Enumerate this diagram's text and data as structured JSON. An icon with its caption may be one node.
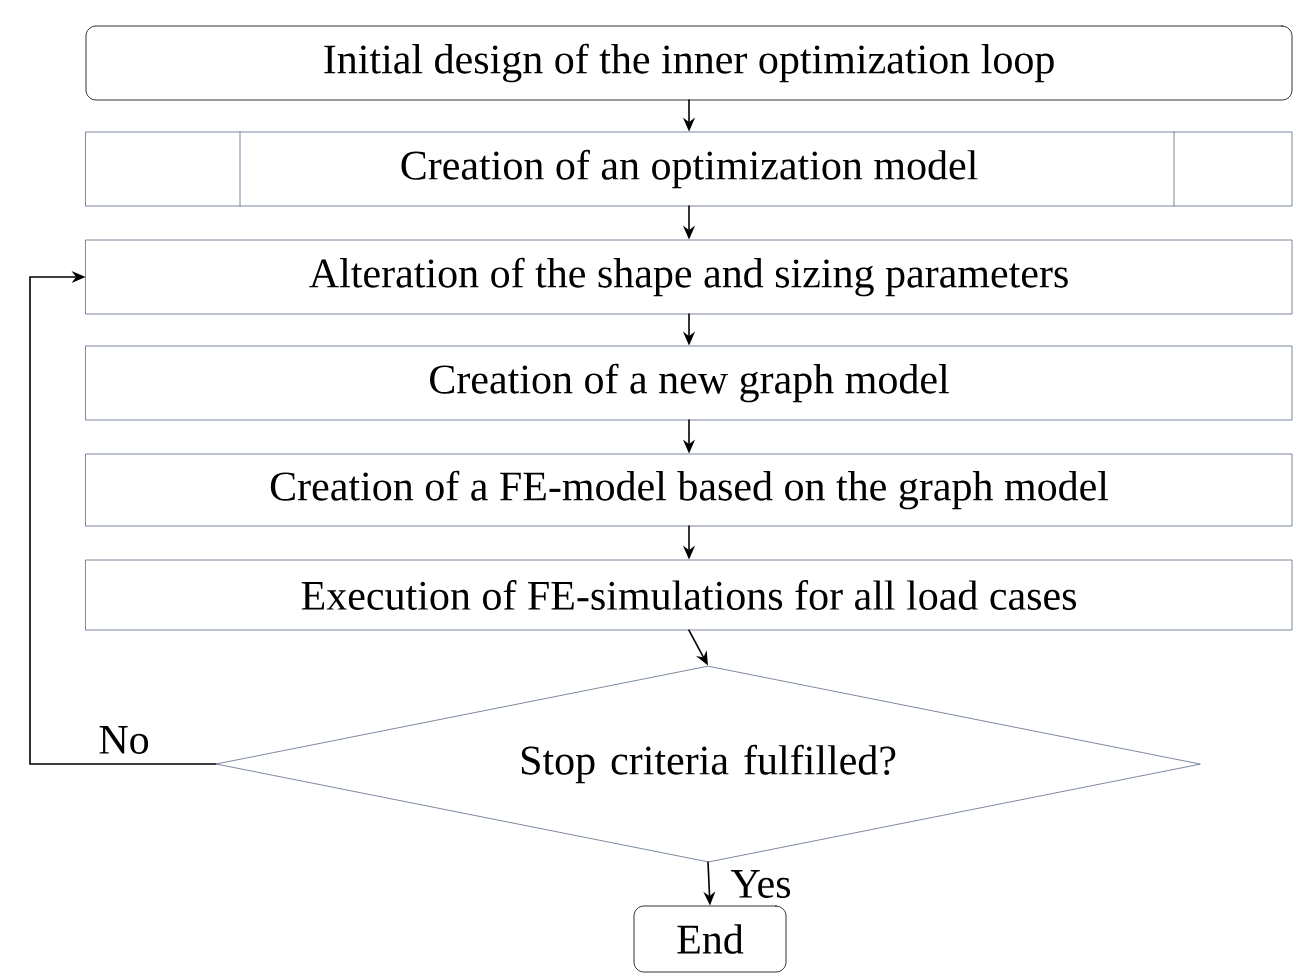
{
  "diagram": {
    "nodes": [
      {
        "text": [
          "Initial design of the inner optimization loop"
        ]
      },
      {
        "text": [
          "Creation of an optimization model"
        ]
      },
      {
        "text": [
          "Alteration of the shape and sizing parameters"
        ]
      },
      {
        "text": [
          "Creation of a new graph model"
        ]
      },
      {
        "text": [
          "Creation of a FE-model based on the graph model"
        ]
      },
      {
        "text": [
          "Execution of FE-simulations for all load cases"
        ]
      },
      {
        "text": [
          "Stop criteria fulfilled?"
        ]
      },
      {
        "text": [
          "End"
        ]
      }
    ],
    "edges": [
      {
        "from": 0,
        "to": 1,
        "arrow": "to"
      },
      {
        "from": 1,
        "to": 2,
        "arrow": "to"
      },
      {
        "from": 2,
        "to": 3,
        "arrow": "to"
      },
      {
        "from": 3,
        "to": 4,
        "arrow": "to"
      },
      {
        "from": 4,
        "to": 5,
        "arrow": "to"
      },
      {
        "from": 5,
        "to": 6,
        "arrow": "to"
      },
      {
        "from": 6,
        "to": 7,
        "arrow": "to",
        "label": "Yes"
      },
      {
        "from": 6,
        "to": 2,
        "arrow": "to",
        "label": "No"
      }
    ]
  }
}
